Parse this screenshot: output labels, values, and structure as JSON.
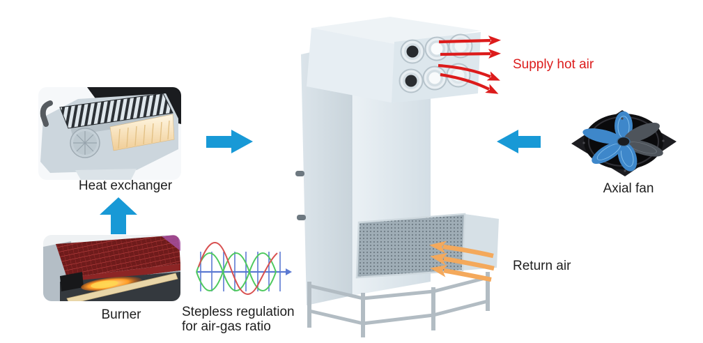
{
  "labels": {
    "supply_hot_air": "Supply hot air",
    "heat_exchanger": "Heat exchanger",
    "burner": "Burner",
    "stepless_regulation_line1": "Stepless regulation",
    "stepless_regulation_line2": "for air-gas ratio",
    "axial_fan": "Axial fan",
    "return_air": "Return air"
  },
  "colors": {
    "supply_air_red": "#dc1b1b",
    "return_air_orange": "#f4a95c",
    "flow_arrow_blue": "#1899d6",
    "label_text": "#1e1e1e",
    "wave_grid_blue": "#5b79d2",
    "wave_green": "#4ec95e",
    "wave_red": "#d85050",
    "cabinet_light": "#ebf1f5",
    "cabinet_shade": "#d3dee5"
  },
  "icons": {
    "supply_arrows": "four-red-arrows-right",
    "return_arrows": "three-orange-arrows-left",
    "flow_arrow_heat_exchanger_to_unit": "blue-arrow-right",
    "flow_arrow_burner_to_heat_exchanger": "blue-arrow-up",
    "flow_arrow_axial_fan_to_unit": "blue-arrow-left",
    "stepless_graphic": "sine-waves-chart",
    "unit_graphic": "air-handling-unit-cabinet",
    "heat_exchanger_graphic": "heat-exchanger-photo",
    "burner_graphic": "burner-photo",
    "axial_fan_graphic": "axial-fan-photo"
  }
}
